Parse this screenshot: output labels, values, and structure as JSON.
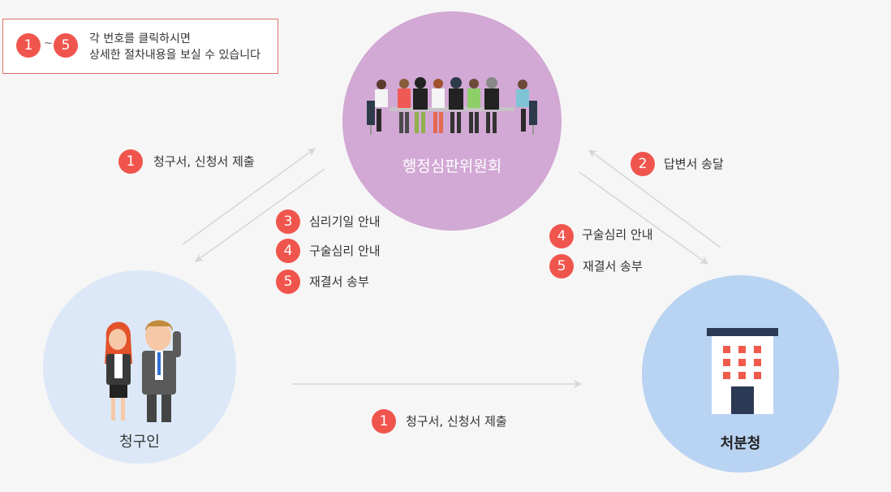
{
  "guide": {
    "badge_start": "1",
    "tilde": "~",
    "badge_end": "5",
    "line1": "각 번호를 클릭하시면",
    "line2": "상세한 절차내용을 보실 수 있습니다"
  },
  "nodes": {
    "committee": "행정심판위원회",
    "claimant": "청구인",
    "agency": "처분청"
  },
  "steps": {
    "claimant_to_committee": [
      {
        "num": "1",
        "label": "청구서, 신청서 제출"
      }
    ],
    "committee_to_claimant": [
      {
        "num": "3",
        "label": "심리기일 안내"
      },
      {
        "num": "4",
        "label": "구술심리 안내"
      },
      {
        "num": "5",
        "label": "재결서 송부"
      }
    ],
    "agency_to_committee": [
      {
        "num": "2",
        "label": "답변서 송달"
      }
    ],
    "committee_to_agency": [
      {
        "num": "4",
        "label": "구술심리 안내"
      },
      {
        "num": "5",
        "label": "재결서 송부"
      }
    ],
    "claimant_to_agency": [
      {
        "num": "1",
        "label": "청구서, 신청서 제출"
      }
    ]
  },
  "colors": {
    "badge": "#f0554d",
    "committee_circle": "#d2a8d4",
    "claimant_circle": "#dce8f7",
    "agency_circle": "#b9d3f2",
    "arrow": "#d6d6d6"
  },
  "icons": {
    "committee": "meeting-people-icon",
    "claimant": "two-people-icon",
    "agency": "office-building-icon"
  }
}
